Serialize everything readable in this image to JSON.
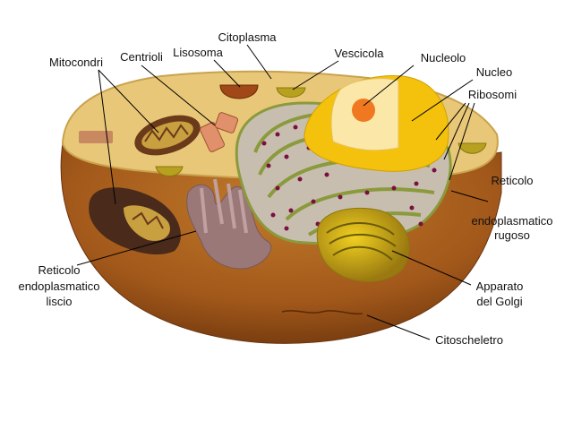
{
  "labels": {
    "citoplasma": "Citoplasma",
    "vescicola": "Vescicola",
    "nucleolo": "Nucleolo",
    "nucleo": "Nucleo",
    "ribosomi": "Ribosomi",
    "lisosoma": "Lisosoma",
    "centrioli": "Centrioli",
    "mitocondri": "Mitocondri",
    "rer_line1": "Reticolo",
    "rer_line2": "endoplasmatico",
    "rer_line3": "rugoso",
    "ser_line1": "Reticolo",
    "ser_line2": "endoplasmatico",
    "ser_line3": "liscio",
    "golgi_line1": "Apparato",
    "golgi_line2": "del Golgi",
    "citoscheletro": "Citoscheletro"
  },
  "colors": {
    "cell_outer": "#9a5418",
    "cell_top": "#e8c878",
    "cytoplasm_rim": "#d9b560",
    "er_green": "#8a9a3c",
    "er_fill": "#c8c0b0",
    "ribosome": "#7a1040",
    "nucleus": "#f4c20d",
    "nucleolus": "#f07820",
    "golgi": "#b8a020",
    "mito": "#6a3a1a",
    "smooth_er": "#9a7a78",
    "lysosome": "#a04818",
    "centriole": "#e0906a"
  }
}
